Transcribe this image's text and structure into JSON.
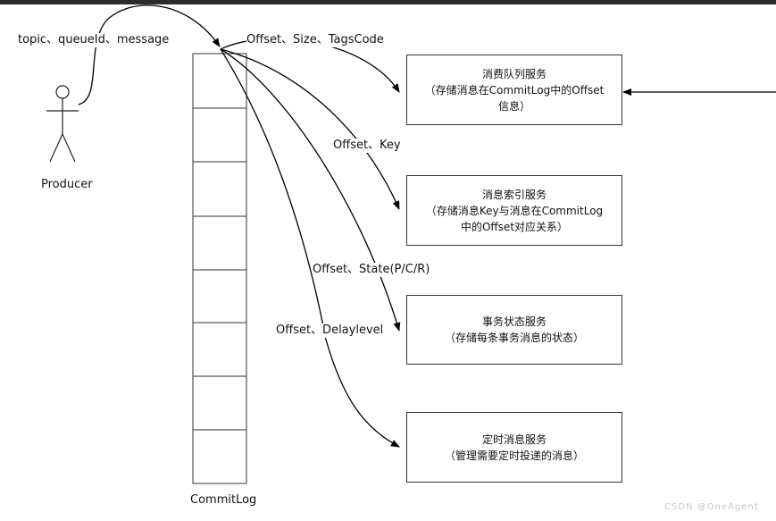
{
  "producer": {
    "label": "Producer"
  },
  "commitlog": {
    "label": "CommitLog"
  },
  "arrows": {
    "producer_msg": "topic、queueId、message",
    "to_consume": "Offset、Size、TagsCode",
    "to_index": "Offset、Key",
    "to_tx": "Offset、State(P/C/R)",
    "to_timer": "Offset、Delaylevel"
  },
  "services": [
    {
      "title": "消费队列服务",
      "lines": [
        "（存储消息在CommitLog中的Offset",
        "信息）"
      ]
    },
    {
      "title": "消息索引服务",
      "lines": [
        "（存储消息Key与消息在CommitLog",
        "中的Offset对应关系）"
      ]
    },
    {
      "title": "事务状态服务",
      "lines": [
        "（存储每条事务消息的状态）"
      ]
    },
    {
      "title": "定时消息服务",
      "lines": [
        "（管理需要定时投递的消息）"
      ]
    }
  ],
  "watermark": "CSDN @OneAgent"
}
